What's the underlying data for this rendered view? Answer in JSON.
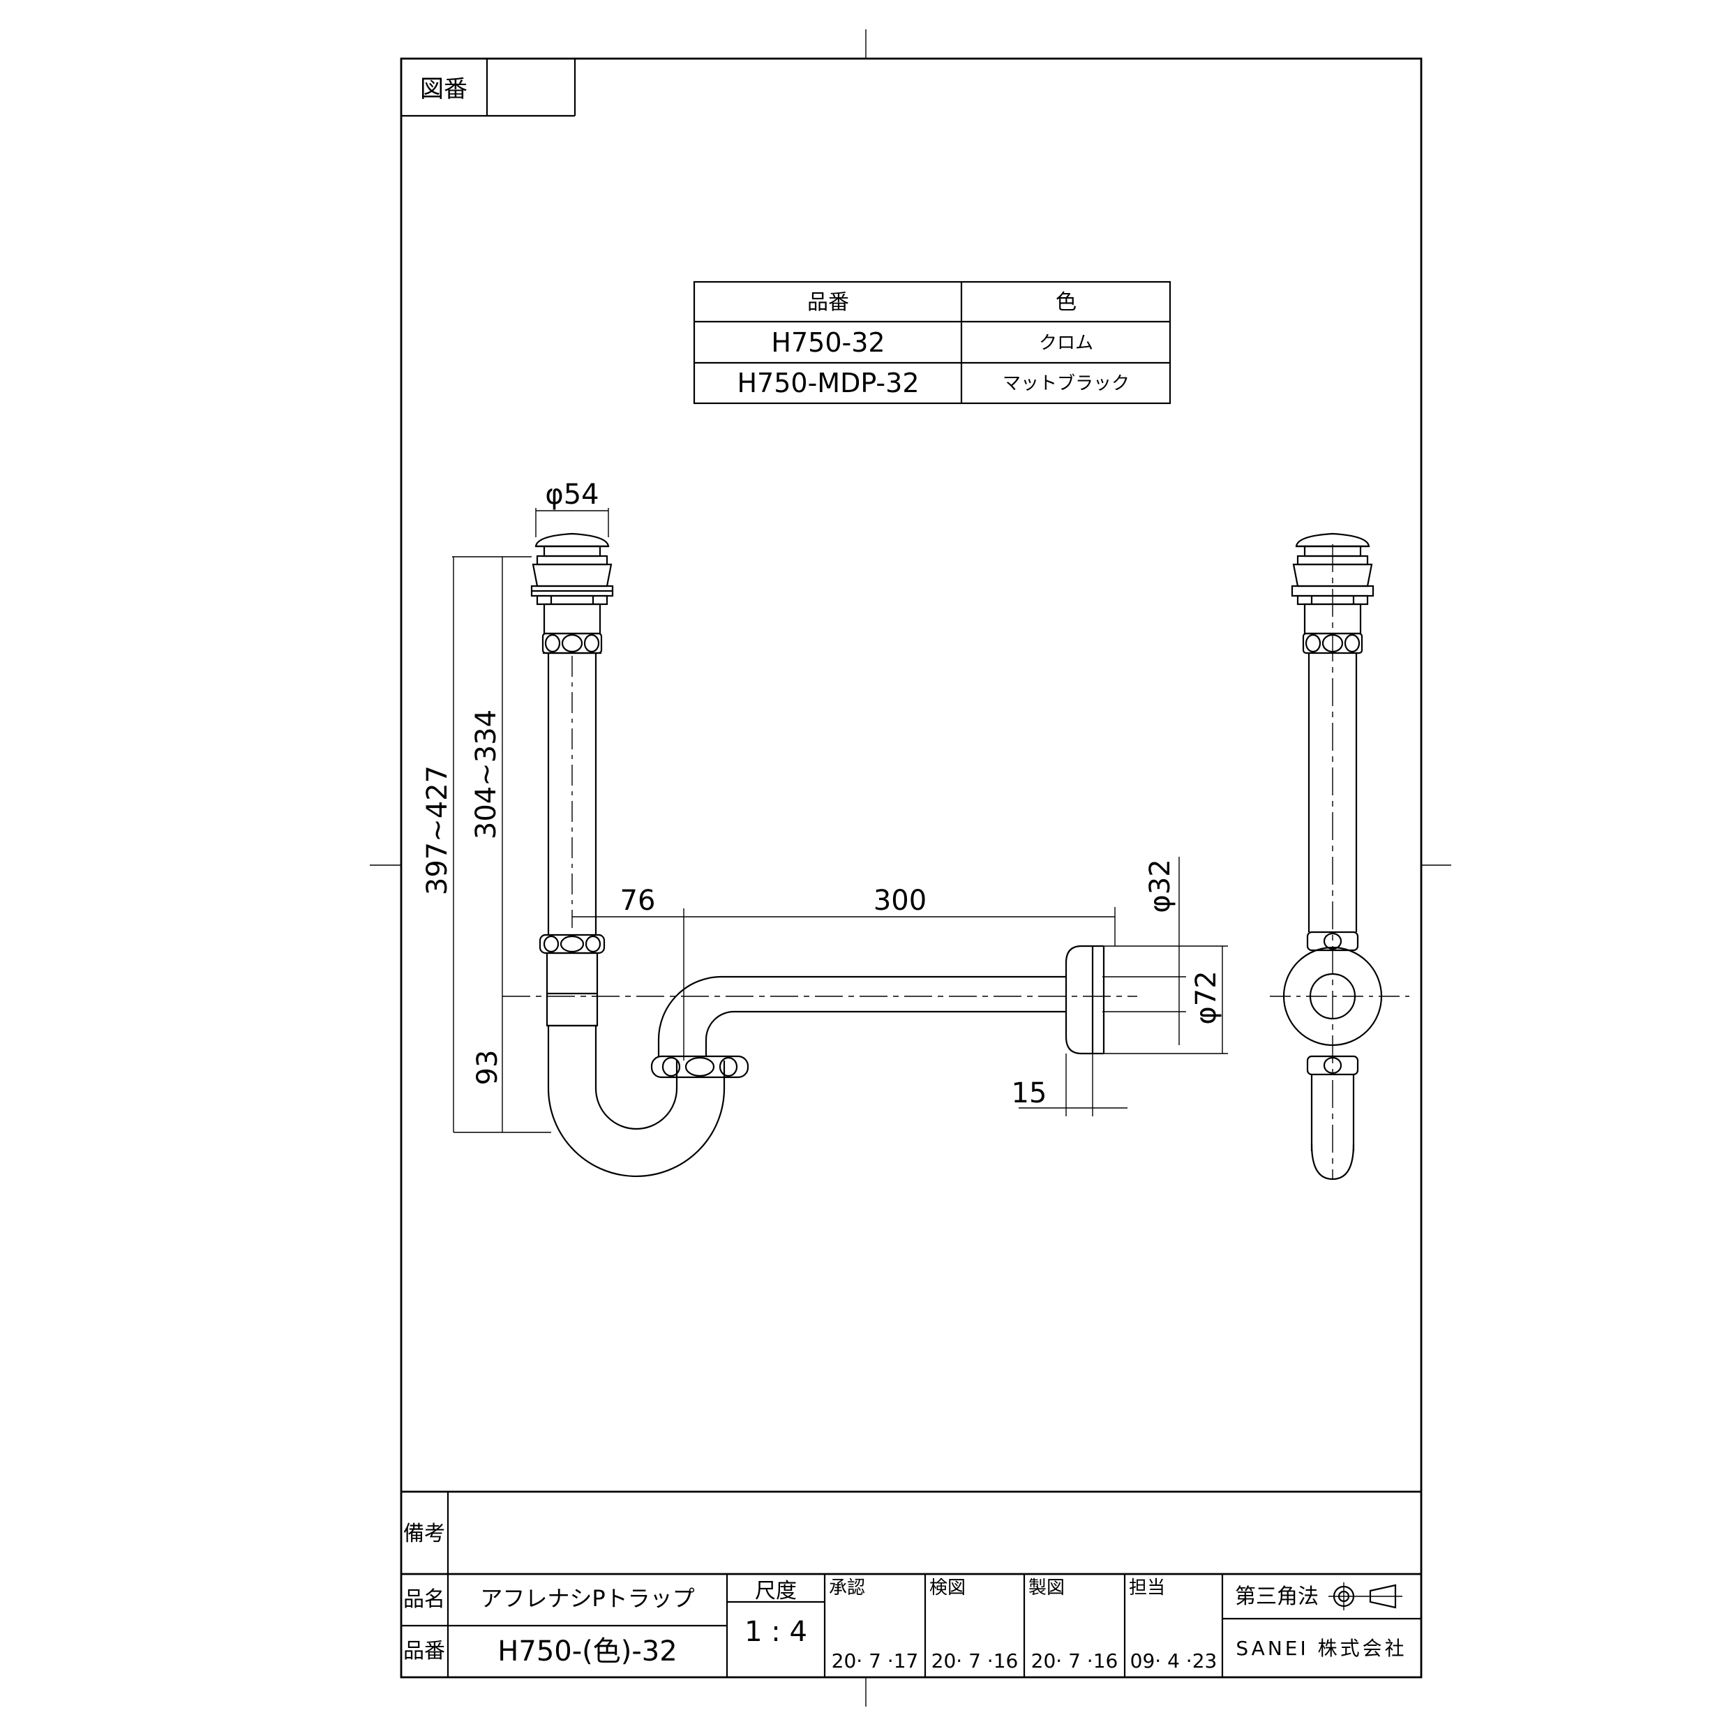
{
  "drawing_no_label": "図番",
  "drawing_no_value": "",
  "variant_table": {
    "headers": [
      "品番",
      "色"
    ],
    "rows": [
      [
        "H750-32",
        "クロム"
      ],
      [
        "H750-MDP-32",
        "マットブラック"
      ]
    ]
  },
  "dimensions": {
    "d54": "φ54",
    "h397": "397~427",
    "h304": "304~334",
    "d76": "76",
    "d300": "300",
    "d32": "φ32",
    "d72": "φ72",
    "d93": "93",
    "d15": "15"
  },
  "title_block": {
    "remarks_label": "備考",
    "remarks_value": "",
    "name_label": "品名",
    "name_value": "アフレナシPトラップ",
    "part_label": "品番",
    "part_value": "H750-(色)-32",
    "scale_label": "尺度",
    "scale_value": "1 : 4",
    "approval_label": "承認",
    "approval_date": "20· 7 ·17",
    "check_label": "検図",
    "check_date": "20· 7 ·16",
    "drawn_label": "製図",
    "drawn_date": "20· 7 ·16",
    "charge_label": "担当",
    "charge_date": "09· 4 ·23",
    "projection_label": "第三角法",
    "company": "SANEI 株式会社"
  }
}
